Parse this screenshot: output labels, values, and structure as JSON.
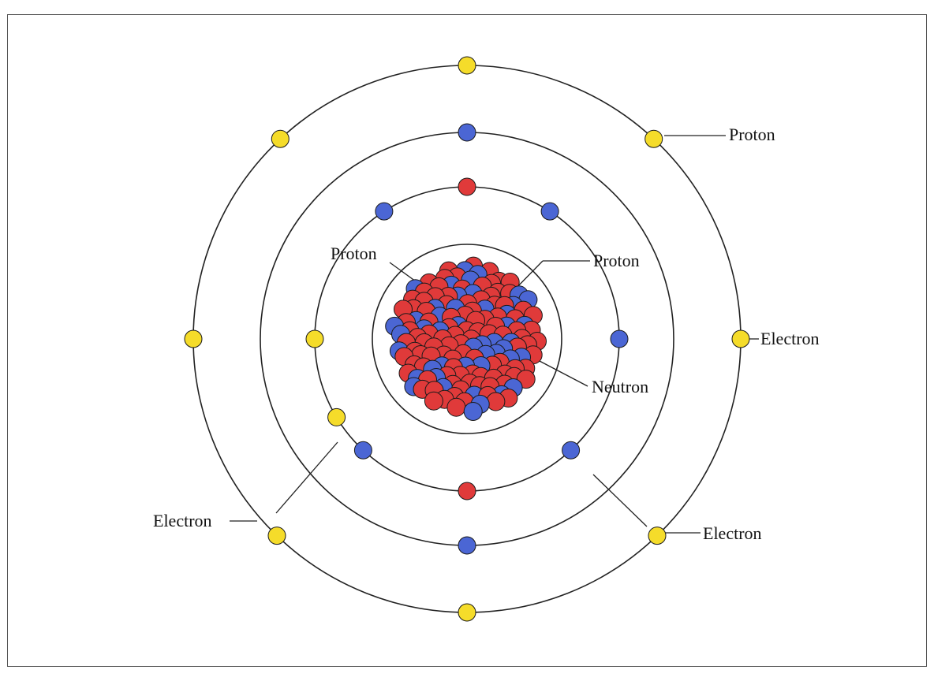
{
  "labels": {
    "proton_top_right": "Proton",
    "proton_left": "Proton",
    "proton_right": "Proton",
    "electron_right": "Electron",
    "neutron": "Neutron",
    "electron_left": "Electron",
    "electron_bottom_right": "Electron"
  },
  "colors": {
    "proton": "#e03a3a",
    "neutron": "#4b66d4",
    "electron": "#f5dc2a",
    "orbit": "#222222"
  }
}
